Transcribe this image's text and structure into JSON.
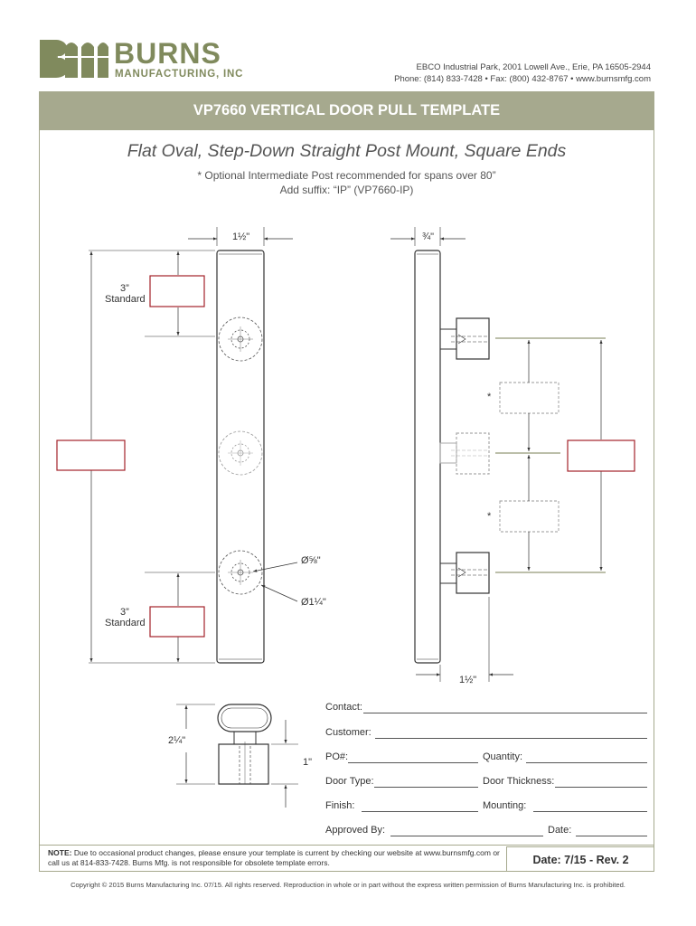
{
  "logo": {
    "name": "BURNS",
    "subname": "MANUFACTURING, INC",
    "color": "#808a5d"
  },
  "company": {
    "address": "EBCO Industrial Park, 2001 Lowell Ave., Erie, PA 16505-2944",
    "contact": "Phone: (814) 833-7428 • Fax: (800) 432-8767 • www.burnsmfg.com"
  },
  "banner": {
    "title": "VP7660 VERTICAL DOOR PULL TEMPLATE",
    "color": "#a6a98e"
  },
  "subtitle": "Flat Oval, Step-Down Straight Post Mount, Square Ends",
  "notes": {
    "line1": "* Optional Intermediate Post recommended for spans over 80”",
    "line2": "Add suffix: “IP” (VP7660-IP)"
  },
  "dimensions": {
    "front_width": "1½\"",
    "side_width": "¾\"",
    "standard_top_value": "3”",
    "standard_top_label": "Standard",
    "standard_bottom_value": "3”",
    "standard_bottom_label": "Standard",
    "hole_small": "Ø⅝\"",
    "hole_large": "Ø1¼\"",
    "post_depth": "1½\"",
    "asterisk": "*",
    "detail_height": "2¼\"",
    "detail_post": "1\""
  },
  "form": {
    "contact": "Contact:",
    "customer": "Customer:",
    "po": "PO#:",
    "quantity": "Quantity:",
    "door_type": "Door Type:",
    "door_thickness": "Door Thickness:",
    "finish": "Finish:",
    "mounting": "Mounting:",
    "approved_by": "Approved By:",
    "date": "Date:"
  },
  "footer": {
    "note_label": "NOTE:",
    "note_text": "Due to occasional product changes, please ensure your template is current by checking our website at www.burnsmfg.com or call us at 814-833-7428. Burns Mfg. is not responsible for obsolete template errors.",
    "date_rev": "Date:  7/15 - Rev. 2",
    "copyright": "Copyright © 2015 Burns Manufacturing Inc. 07/15. All rights reserved.  Reproduction in whole or in part without the express written permission of Burns Manufacturing Inc. is prohibited."
  },
  "colors": {
    "red_box": "#a3222a",
    "olive_line": "#7a7f55"
  }
}
